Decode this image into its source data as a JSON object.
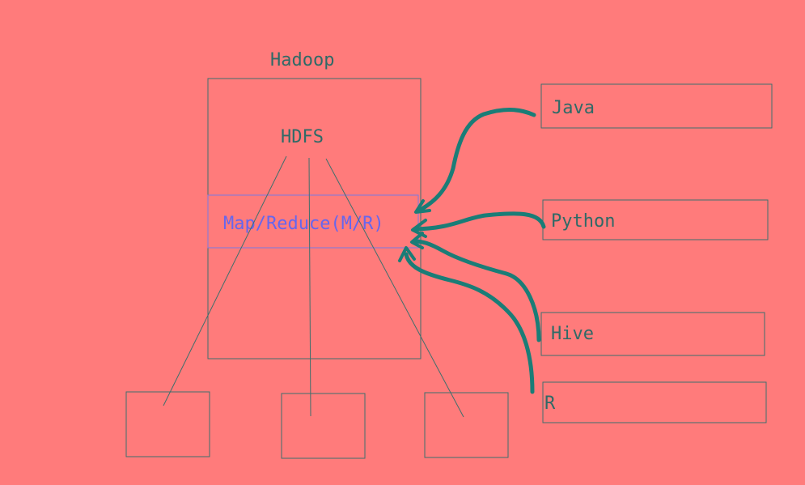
{
  "colors": {
    "background": "#ff7b7b",
    "outline": "#3e6f6c",
    "text": "#2f6a67",
    "mapreduce_text": "#6666ee",
    "mapreduce_border": "#7a7ae0",
    "arrow": "#1a7d77"
  },
  "hadoop": {
    "title": "Hadoop",
    "hdfs_label": "HDFS",
    "mapreduce_label": "Map/Reduce(M/R)"
  },
  "clients": {
    "java": "Java",
    "python": "Python",
    "hive": "Hive",
    "r": "R"
  },
  "nodes_count_note": ""
}
